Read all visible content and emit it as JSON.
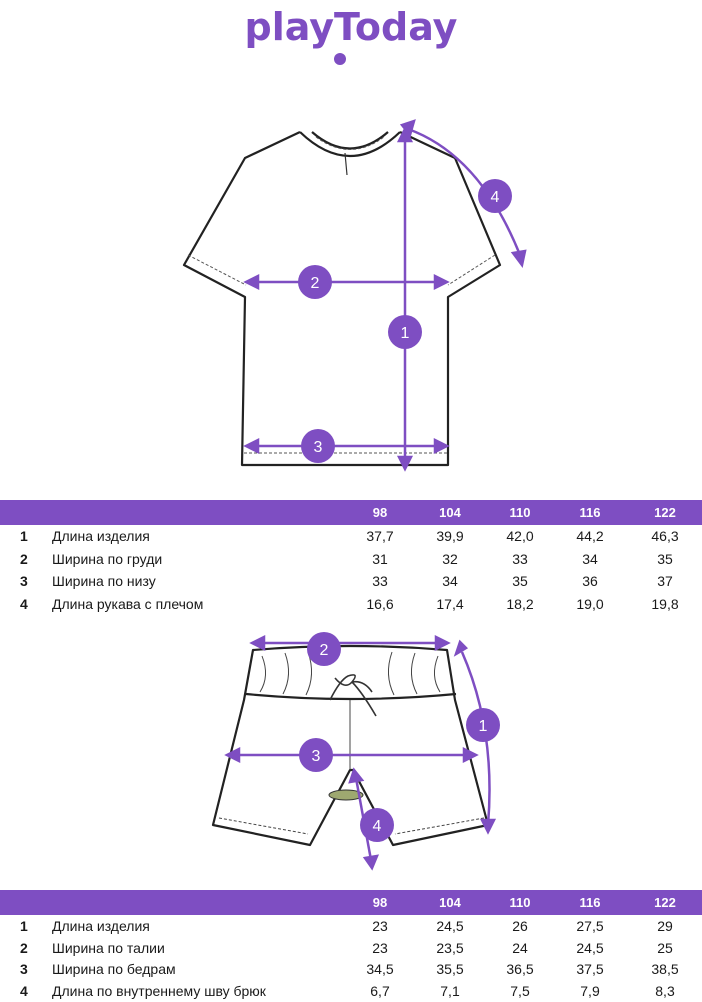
{
  "brand": {
    "logo_text": "playToday",
    "color": "#7e4ec2"
  },
  "tshirt": {
    "markers": [
      "1",
      "2",
      "3",
      "4"
    ],
    "table": {
      "sizes": [
        "98",
        "104",
        "110",
        "116",
        "122"
      ],
      "rows": [
        {
          "num": "1",
          "name": "Длина изделия",
          "values": [
            "37,7",
            "39,9",
            "42,0",
            "44,2",
            "46,3"
          ]
        },
        {
          "num": "2",
          "name": "Ширина по груди",
          "values": [
            "31",
            "32",
            "33",
            "34",
            "35"
          ]
        },
        {
          "num": "3",
          "name": "Ширина по низу",
          "values": [
            "33",
            "34",
            "35",
            "36",
            "37"
          ]
        },
        {
          "num": "4",
          "name": "Длина рукава с плечом",
          "values": [
            "16,6",
            "17,4",
            "18,2",
            "19,0",
            "19,8"
          ]
        }
      ]
    }
  },
  "shorts": {
    "markers": [
      "1",
      "2",
      "3",
      "4"
    ],
    "table": {
      "sizes": [
        "98",
        "104",
        "110",
        "116",
        "122"
      ],
      "rows": [
        {
          "num": "1",
          "name": "Длина изделия",
          "values": [
            "23",
            "24,5",
            "26",
            "27,5",
            "29"
          ]
        },
        {
          "num": "2",
          "name": "Ширина по талии",
          "values": [
            "23",
            "23,5",
            "24",
            "24,5",
            "25"
          ]
        },
        {
          "num": "3",
          "name": "Ширина по бедрам",
          "values": [
            "34,5",
            "35,5",
            "36,5",
            "37,5",
            "38,5"
          ]
        },
        {
          "num": "4",
          "name": "Длина по внутреннему шву брюк",
          "values": [
            "6,7",
            "7,1",
            "7,5",
            "7,9",
            "8,3"
          ]
        }
      ]
    }
  }
}
